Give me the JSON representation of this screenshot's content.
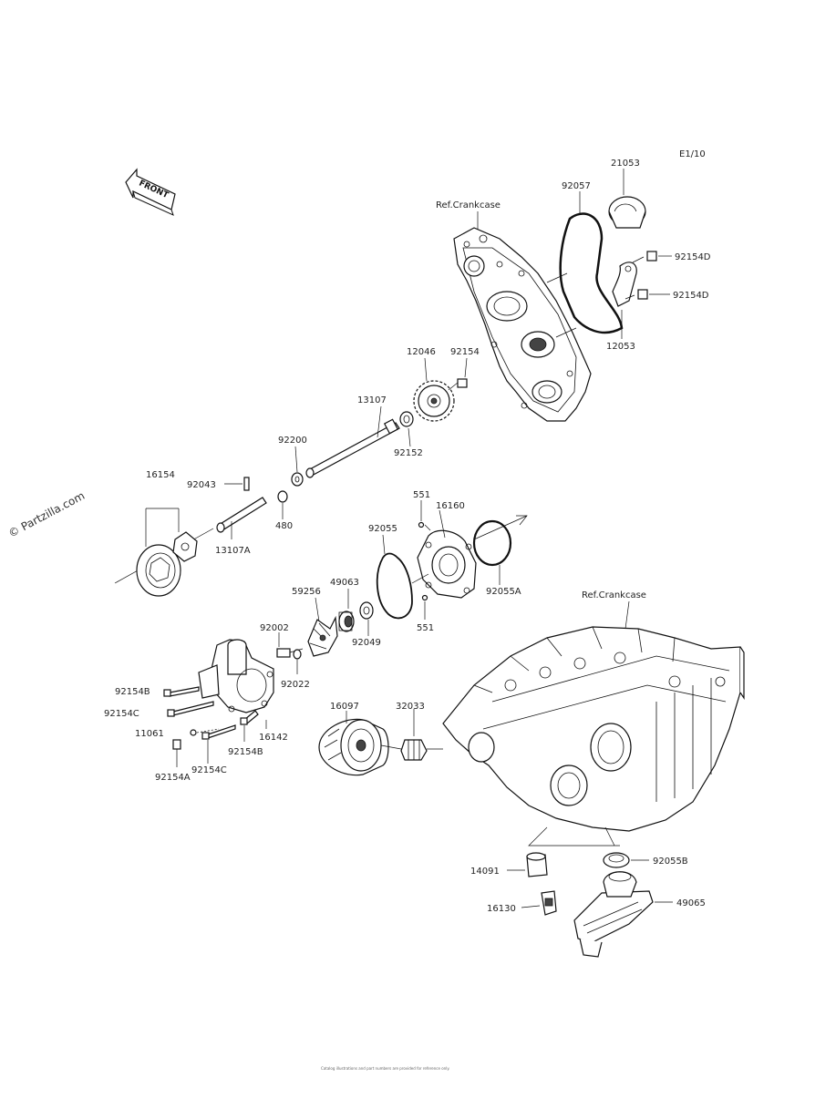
{
  "diagram": {
    "page_code": "E1/10",
    "watermark": "© Partzilla.com",
    "front_badge": "FRONT",
    "footer_text": "Catalog illustrations and part numbers are provided for reference only.",
    "references": {
      "crankcase_top": "Ref.Crankcase",
      "crankcase_right": "Ref.Crankcase"
    },
    "labels": {
      "p21053": "21053",
      "p92057": "92057",
      "p92154D_a": "92154D",
      "p92154D_b": "92154D",
      "p12053": "12053",
      "p12046": "12046",
      "p92154": "92154",
      "p13107": "13107",
      "p92152": "92152",
      "p92200": "92200",
      "p16154": "16154",
      "p92043": "92043",
      "p480": "480",
      "p13107A": "13107A",
      "p551_a": "551",
      "p16160": "16160",
      "p92055": "92055",
      "p92055A": "92055A",
      "p551_b": "551",
      "p59256": "59256",
      "p49063": "49063",
      "p92049": "92049",
      "p92002": "92002",
      "p92022": "92022",
      "p92154B_a": "92154B",
      "p92154C_a": "92154C",
      "p11061": "11061",
      "p16142": "16142",
      "p92154B_b": "92154B",
      "p92154C_b": "92154C",
      "p92154A": "92154A",
      "p16097": "16097",
      "p32033": "32033",
      "p14091": "14091",
      "p92055B": "92055B",
      "p16130": "16130",
      "p49065": "49065"
    }
  }
}
